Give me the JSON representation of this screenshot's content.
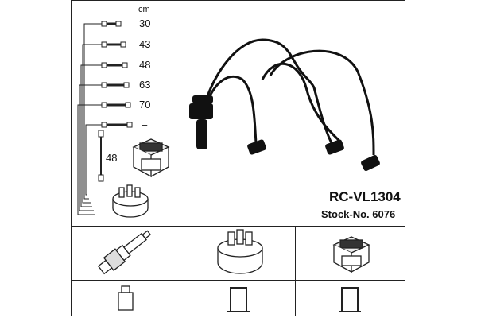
{
  "unit_label": "cm",
  "lead_lengths": [
    "30",
    "43",
    "48",
    "63",
    "70",
    "–"
  ],
  "coil_lead_length": "48",
  "part_number": "RC-VL1304",
  "stock_number": "Stock-No. 6076",
  "icons": {
    "coil": "ignition-coil-icon",
    "distributor": "distributor-cap-icon",
    "spark_plug": "spark-plug-icon",
    "plug_end": "spark-plug-terminal-icon",
    "coil_end": "coil-terminal-icon",
    "cap_end": "distributor-terminal-icon"
  }
}
